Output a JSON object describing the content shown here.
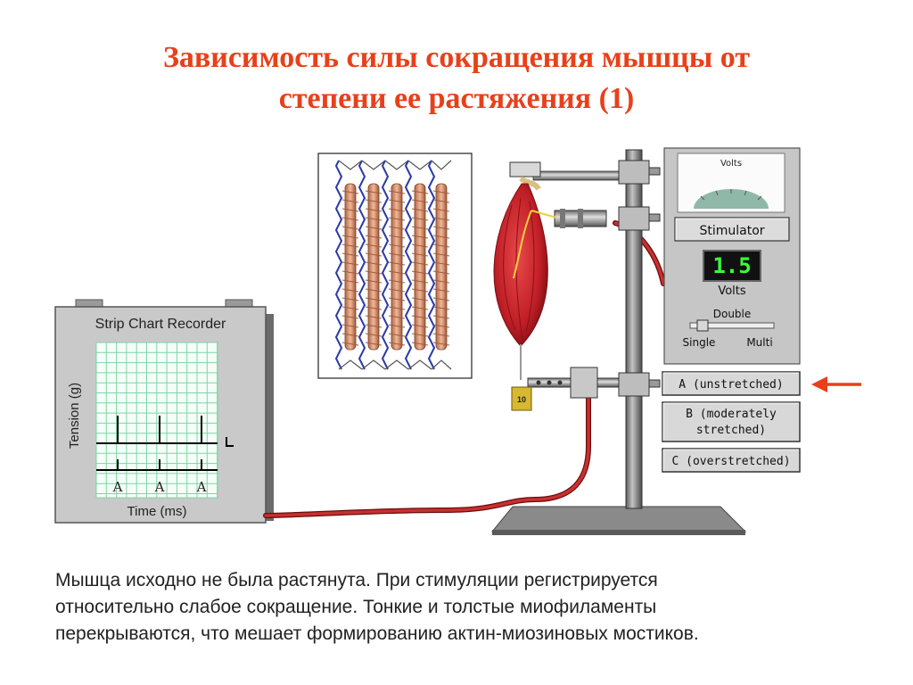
{
  "slide": {
    "title_line1": "Зависимость силы сокращения мышцы от",
    "title_line2": "степени ее растяжения  (1)",
    "caption_line1": "Мышца исходно не была растянута. При стимуляции регистрируется",
    "caption_line2": "относительно слабое сокращение. Тонкие и толстые миофиламенты",
    "caption_line3": "перекрываются, что мешает формированию актин-миозиновых мостиков."
  },
  "recorder": {
    "title": "Strip Chart Recorder",
    "ylabel": "Tension (g)",
    "xlabel": "Time (ms)",
    "markers": [
      "A",
      "A",
      "A"
    ]
  },
  "stimulator": {
    "meter_label": "Volts",
    "button_label": "Stimulator",
    "voltage_value": "1.5",
    "voltage_unit": "Volts",
    "mode_label": "Double",
    "mode_left": "Single",
    "mode_right": "Multi"
  },
  "weight": {
    "label": "10"
  },
  "options": [
    {
      "label_line1": "A (unstretched)",
      "label_line2": "",
      "selected": true
    },
    {
      "label_line1": "B (moderately",
      "label_line2": "stretched)",
      "selected": false
    },
    {
      "label_line1": "C (overstretched)",
      "label_line2": "",
      "selected": false
    }
  ],
  "colors": {
    "title": "#e8401a",
    "arrow": "#e8401a",
    "grid": "#7fd3a8",
    "panel": "#c0c0c0",
    "muscle": "#c8202a",
    "cable": "#b02020",
    "lcd_digits": "#39ff39",
    "gauge": "#8fb8a8"
  }
}
